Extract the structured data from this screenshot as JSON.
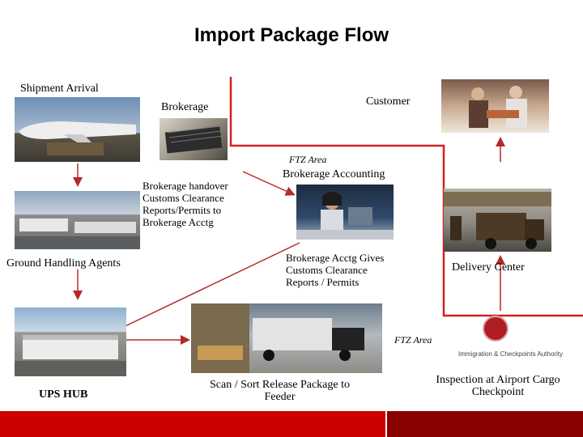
{
  "title": "Import Package Flow",
  "labels": {
    "shipment_arrival": "Shipment Arrival",
    "brokerage": "Brokerage",
    "customer": "Customer",
    "ftz_area_top": "FTZ  Area",
    "brokerage_accounting": "Brokerage Accounting",
    "brokerage_handover": "Brokerage handover Customs Clearance Reports/Permits to Brokerage Acctg",
    "ground_handling_agents": "Ground Handling Agents",
    "brokerage_acctg_gives": "Brokerage Acctg Gives Customs Clearance Reports / Permits",
    "delivery_center": "Delivery Center",
    "ftz_area_bottom": "FTZ  Area",
    "ups_hub": "UPS HUB",
    "scan_sort": "Scan / Sort Release Package to Feeder",
    "inspection": "Inspection at Airport Cargo Checkpoint",
    "ica_logo_text": "Immigration & Checkpoints Authority"
  },
  "colors": {
    "arrow": "#b22a2a",
    "ftz_line": "#d42020",
    "bottom_bar": "#cc0000"
  }
}
